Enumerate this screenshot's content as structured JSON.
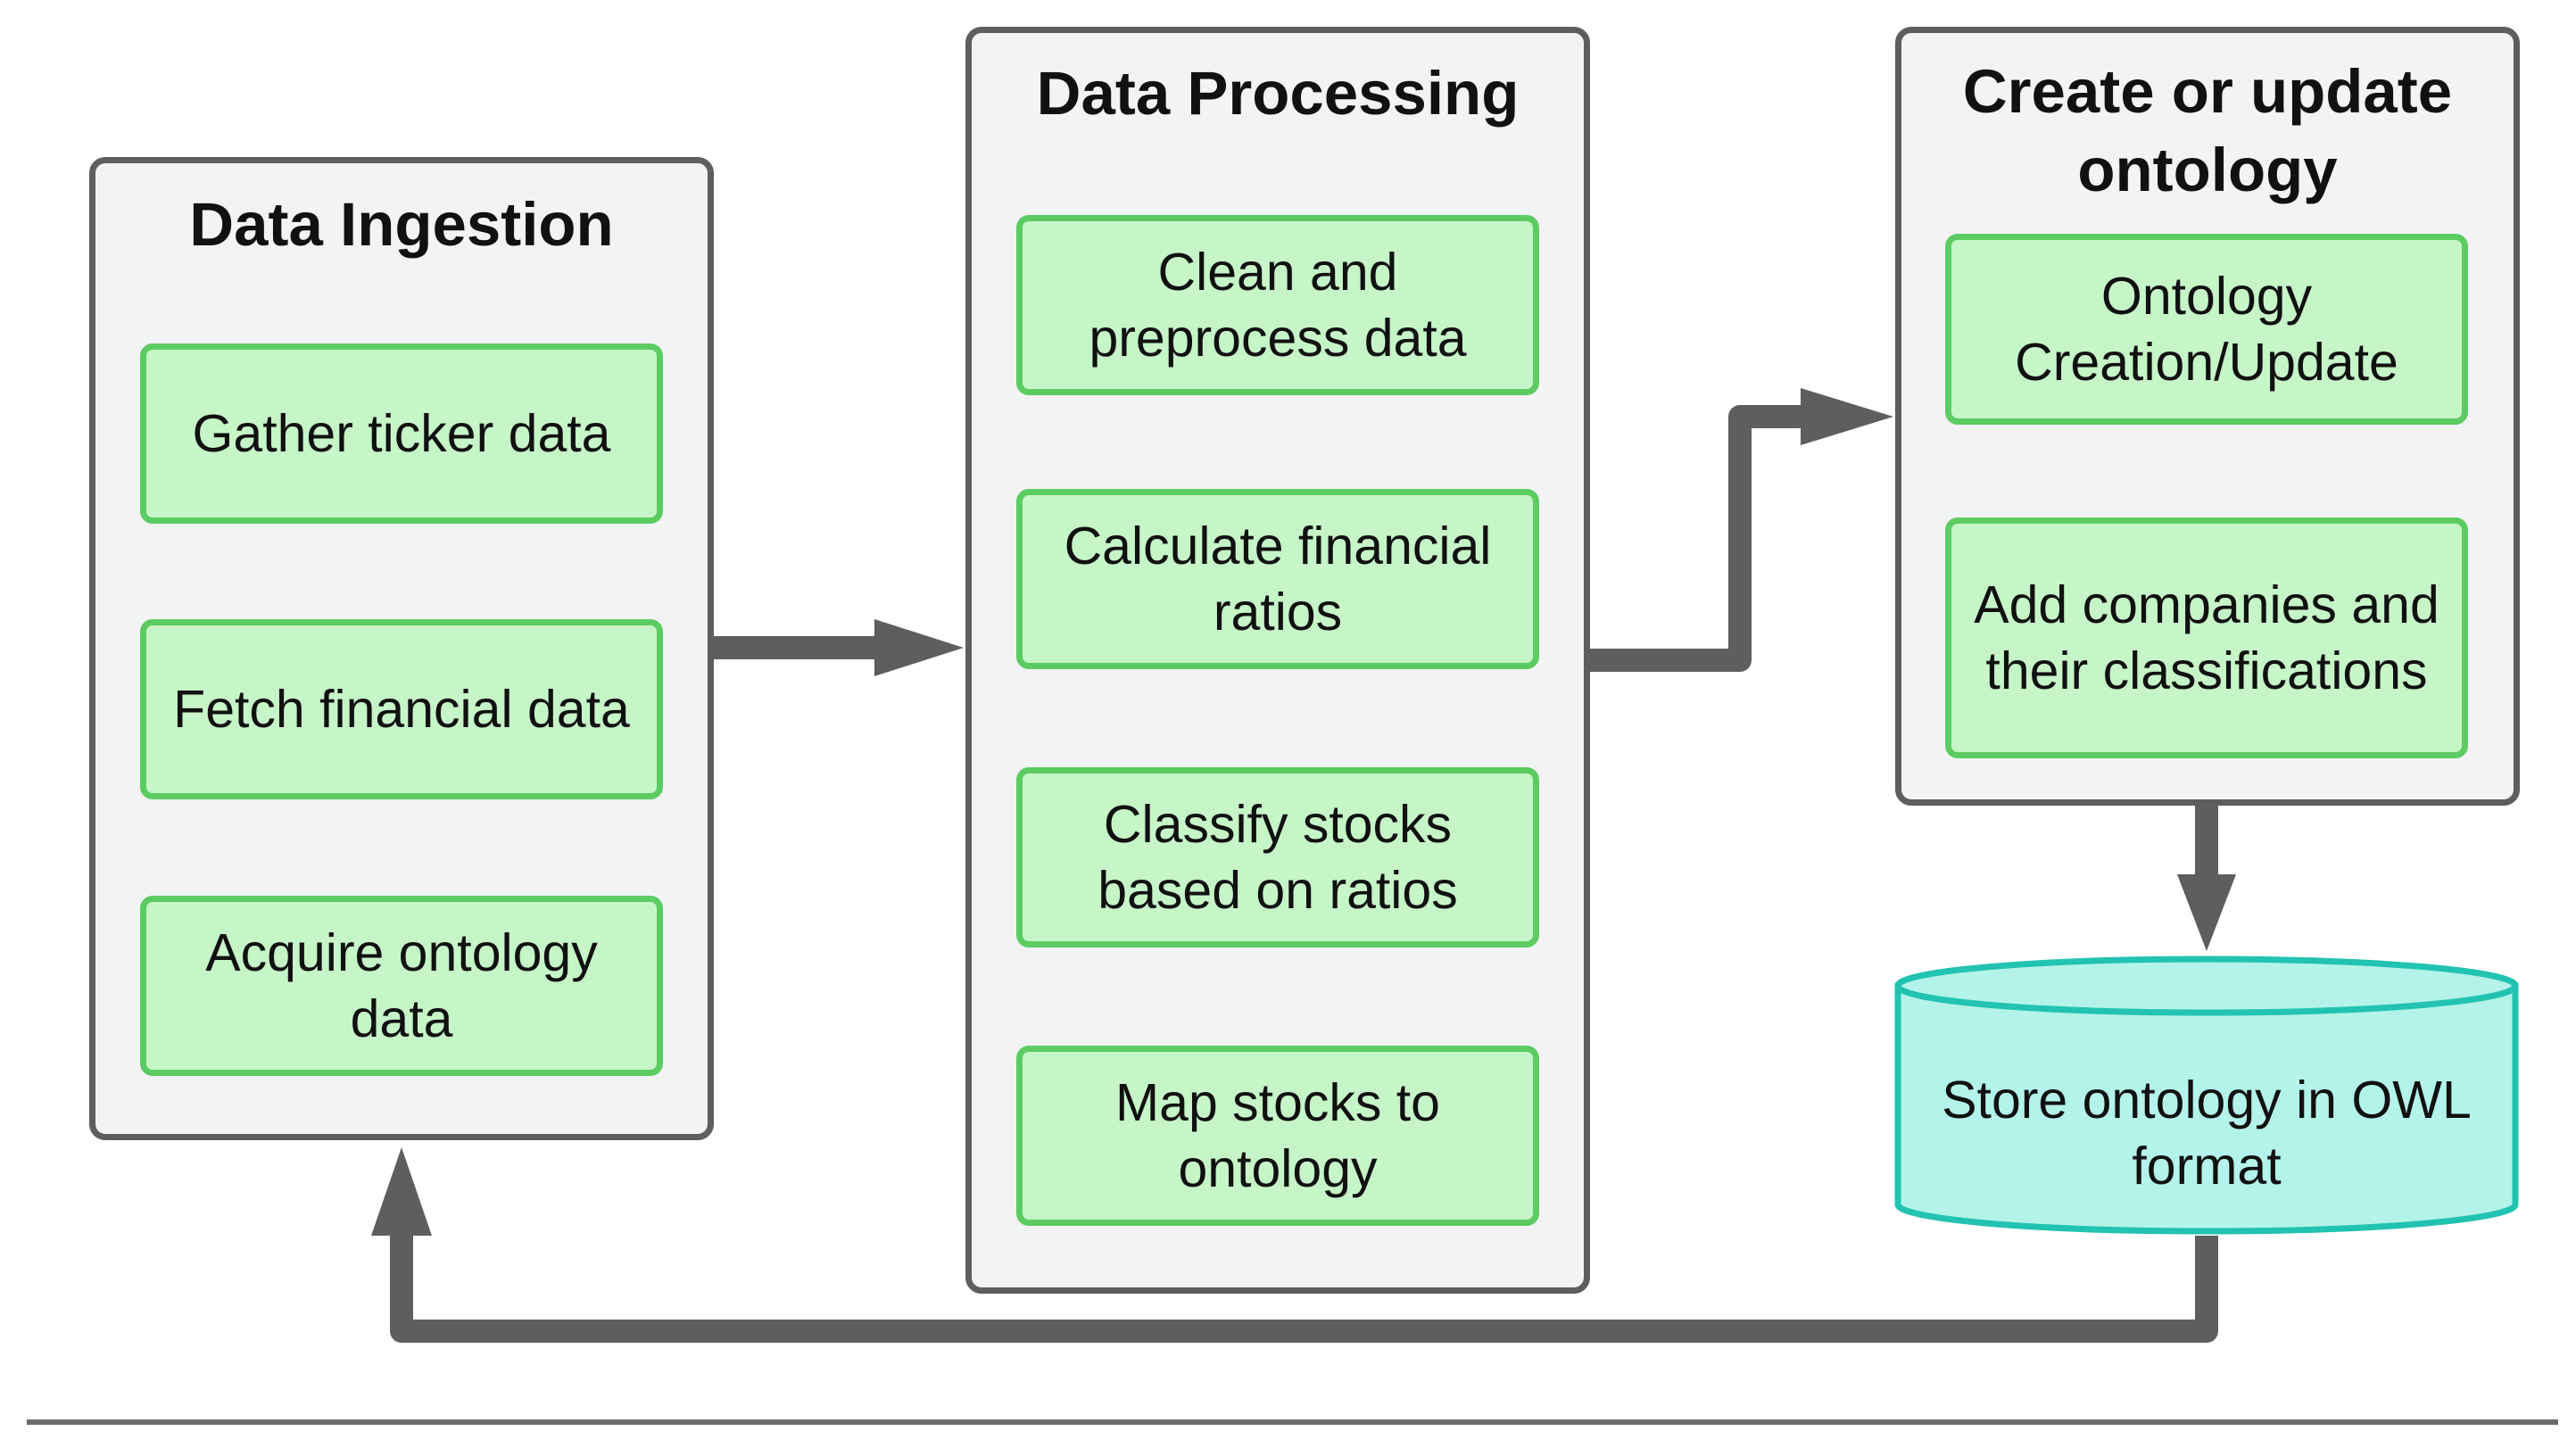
{
  "ingestion": {
    "title": "Data Ingestion",
    "steps": [
      "Gather ticker data",
      "Fetch financial data",
      "Acquire ontology data"
    ]
  },
  "processing": {
    "title": "Data Processing",
    "steps": [
      "Clean and preprocess data",
      "Calculate financial ratios",
      "Classify stocks based on ratios",
      "Map stocks to ontology"
    ]
  },
  "ontology": {
    "title_line1": "Create or update",
    "title_line2": "ontology",
    "steps": [
      "Ontology Creation/Update",
      "Add companies and their classifications"
    ]
  },
  "storage": {
    "label": "Store ontology in OWL format"
  },
  "colors": {
    "panel_fill": "#f2f3f5",
    "panel_border": "#5e5e5e",
    "step_fill": "#c6f5c8",
    "step_border": "#5ccc62",
    "database_fill": "#b3f3ea",
    "database_border": "#22c3b0",
    "arrow": "#5e5e5e"
  }
}
